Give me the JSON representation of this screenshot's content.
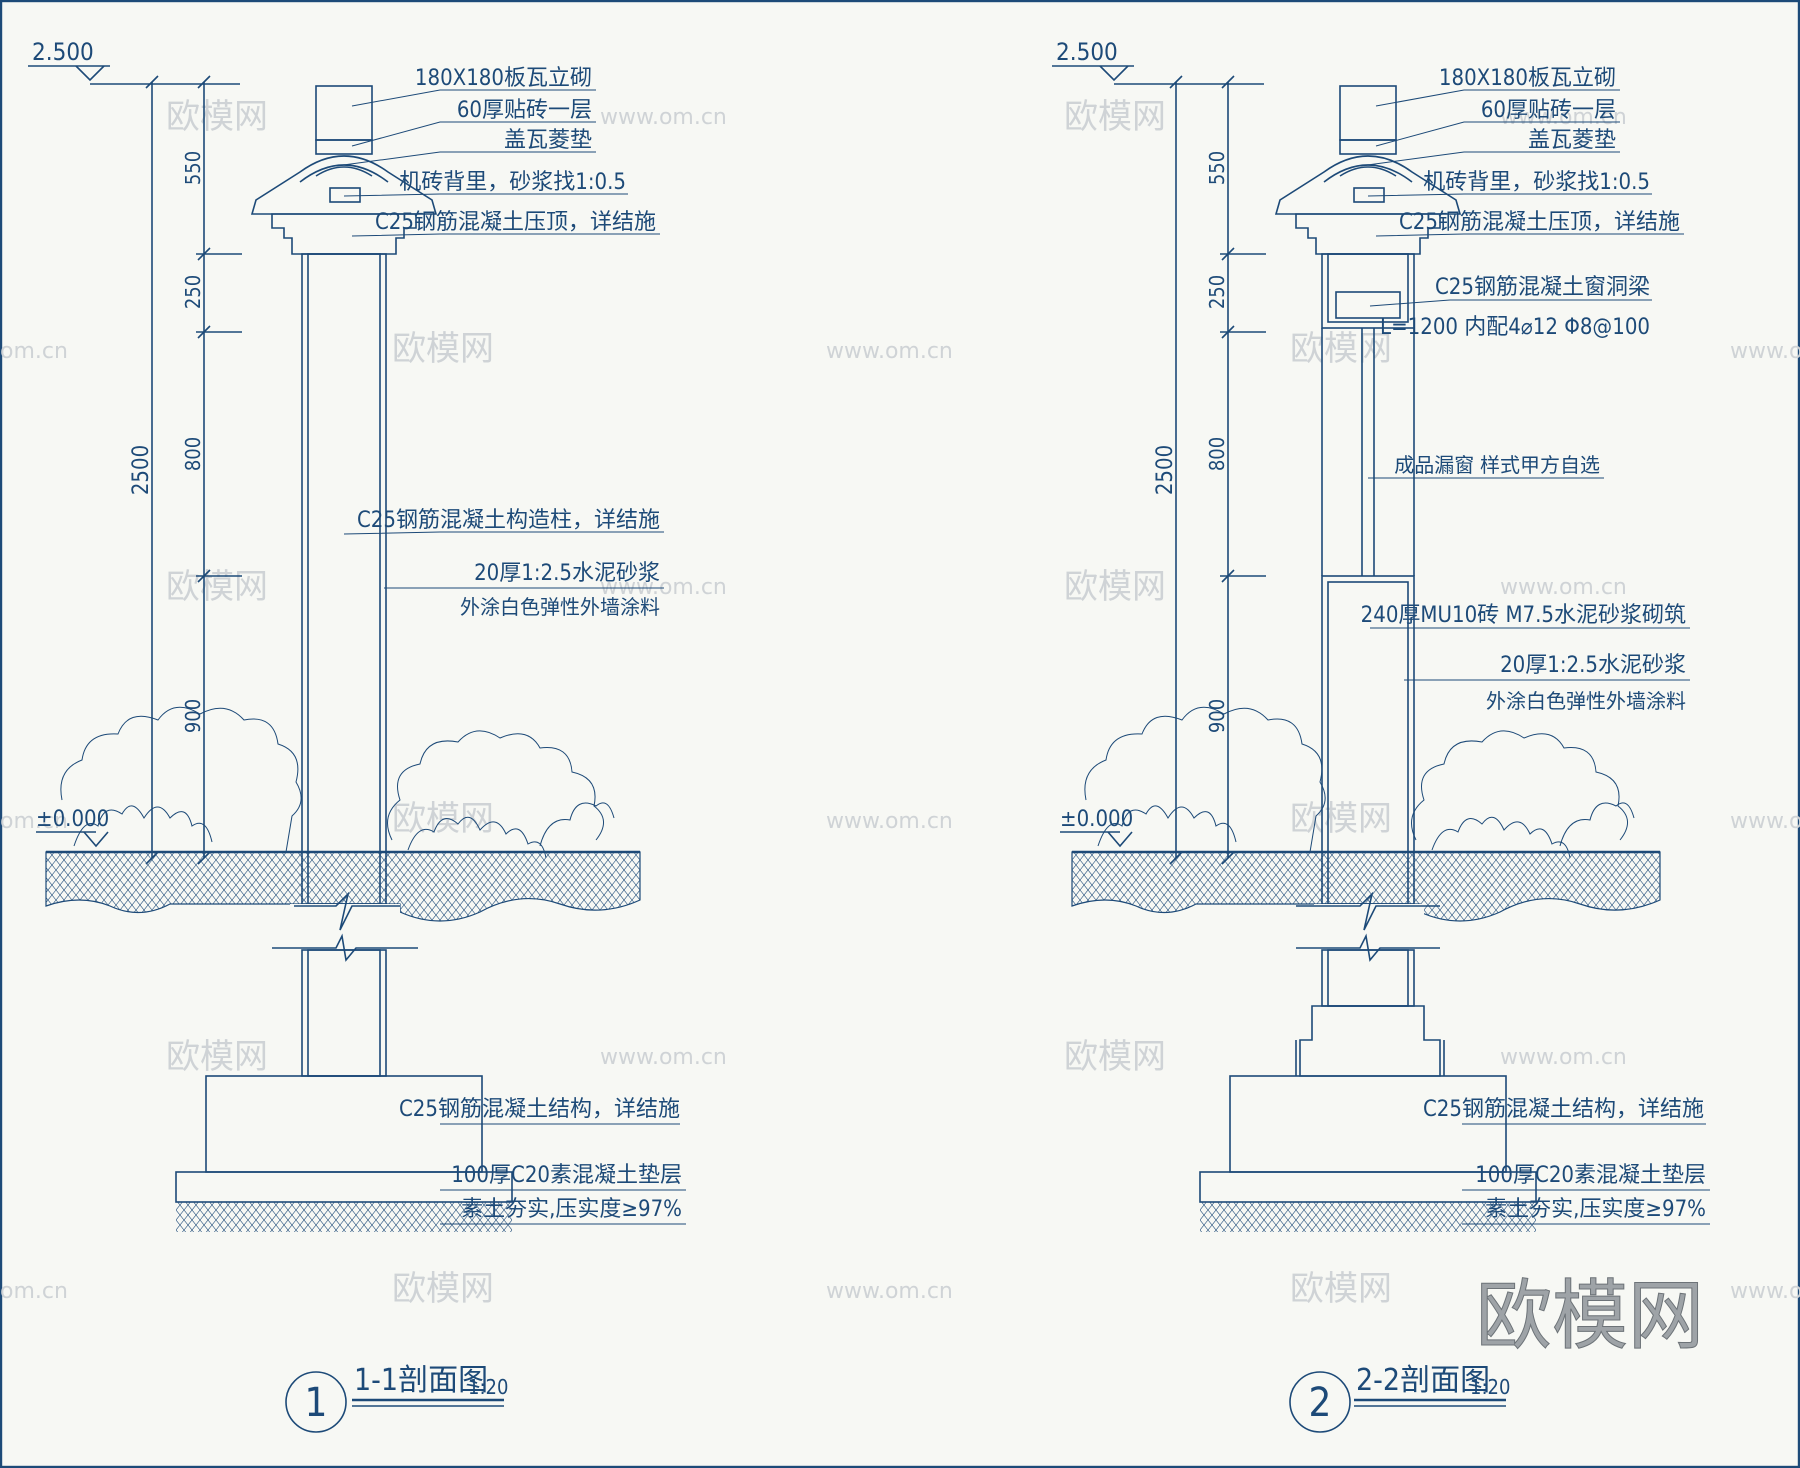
{
  "sections": [
    {
      "id": "1-1",
      "elevation_top": "2.500",
      "elevation_ground": "±0.000",
      "dim_total": "2500",
      "dims": [
        "550",
        "250",
        "800",
        "900"
      ],
      "labels": {
        "cap_brick": "180X180板瓦立砌",
        "tile_layer": "60厚贴砖一层",
        "cover_tile": "盖瓦菱垫",
        "back_fill": "机砖背里，砂浆找1:0.5",
        "coping": "C25钢筋混凝土压顶，详结施",
        "column": "C25钢筋混凝土构造柱，详结施",
        "render1": "20厚1:2.5水泥砂浆",
        "render2": "外涂白色弹性外墙涂料",
        "footing": "C25钢筋混凝土结构，详结施",
        "cushion": "100厚C20素混凝土垫层",
        "soil": "素土夯实,压实度≥97%"
      },
      "title_num": "1",
      "title": "1-1剖面图",
      "scale": "1:20"
    },
    {
      "id": "2-2",
      "elevation_top": "2.500",
      "elevation_ground": "±0.000",
      "dim_total": "2500",
      "dims": [
        "550",
        "250",
        "800",
        "900"
      ],
      "labels": {
        "cap_brick": "180X180板瓦立砌",
        "tile_layer": "60厚贴砖一层",
        "cover_tile": "盖瓦菱垫",
        "back_fill": "机砖背里，砂浆找1:0.5",
        "coping": "C25钢筋混凝土压顶，详结施",
        "lintel": "C25钢筋混凝土窗洞梁",
        "lintel_rebar": "L=1200 内配4⌀12  Φ8@100",
        "window": "成品漏窗 样式甲方自选",
        "brick_wall": "240厚MU10砖 M7.5水泥砂浆砌筑",
        "render1": "20厚1:2.5水泥砂浆",
        "render2": "外涂白色弹性外墙涂料",
        "footing": "C25钢筋混凝土结构，详结施",
        "cushion": "100厚C20素混凝土垫层",
        "soil": "素土夯实,压实度≥97%"
      },
      "title_num": "2",
      "title": "2-2剖面图",
      "scale": "1:20"
    }
  ],
  "watermark": {
    "brand": "欧模网",
    "url": "www.om.cn",
    "url_short": "om.cn"
  },
  "colors": {
    "ink": "#1d4a78",
    "paper": "#f7f8f4",
    "watermark": "#cfd3d6"
  }
}
